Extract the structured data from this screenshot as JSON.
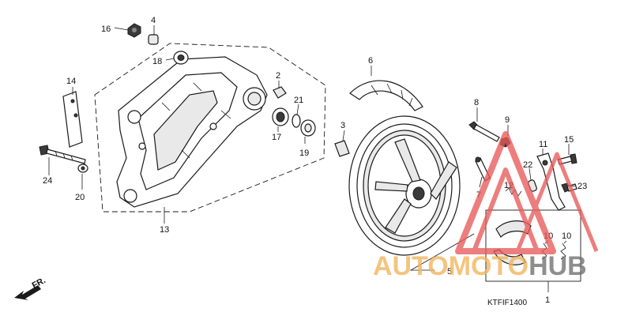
{
  "diagram": {
    "drawing_code": "KTFIF1400",
    "front_arrow_label": "FR.",
    "callouts": [
      {
        "id": "c16",
        "label": "16"
      },
      {
        "id": "c4",
        "label": "4"
      },
      {
        "id": "c18",
        "label": "18"
      },
      {
        "id": "c14",
        "label": "14"
      },
      {
        "id": "c2",
        "label": "2"
      },
      {
        "id": "c21",
        "label": "21"
      },
      {
        "id": "c17",
        "label": "17"
      },
      {
        "id": "c19",
        "label": "19"
      },
      {
        "id": "c3",
        "label": "3"
      },
      {
        "id": "c24",
        "label": "24"
      },
      {
        "id": "c20",
        "label": "20"
      },
      {
        "id": "c13",
        "label": "13"
      },
      {
        "id": "c6",
        "label": "6"
      },
      {
        "id": "c8",
        "label": "8"
      },
      {
        "id": "c9",
        "label": "9"
      },
      {
        "id": "c11",
        "label": "11"
      },
      {
        "id": "c15",
        "label": "15"
      },
      {
        "id": "c22",
        "label": "22"
      },
      {
        "id": "c12",
        "label": "12"
      },
      {
        "id": "c23",
        "label": "23"
      },
      {
        "id": "c7",
        "label": "7"
      },
      {
        "id": "c10a",
        "label": "10"
      },
      {
        "id": "c10b",
        "label": "10"
      },
      {
        "id": "c5",
        "label": "5"
      },
      {
        "id": "c1",
        "label": "1"
      }
    ]
  },
  "watermark": {
    "text_part1": "AUTOMOTO",
    "text_part2": "HUB",
    "color_orange": "#f2b45a",
    "color_dark": "#6f6f6f",
    "triangle_color": "#e85a5a"
  }
}
